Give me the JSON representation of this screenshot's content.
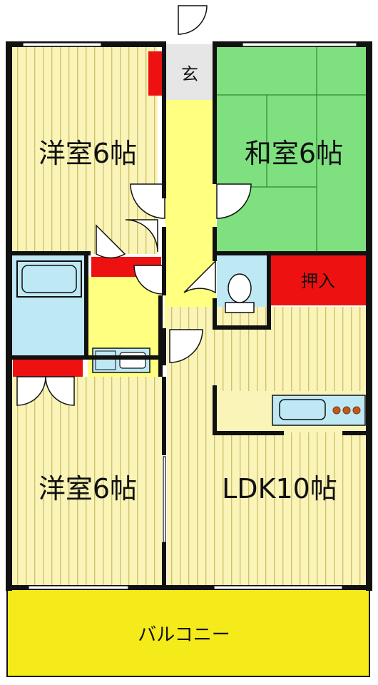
{
  "floor_plan": {
    "rooms": {
      "western_room_north": "洋室6帖",
      "japanese_room": "和室6帖",
      "western_room_south": "洋室6帖",
      "ldk": "LDK10帖",
      "closet": "押入",
      "entrance": "玄",
      "balcony": "バルコニー"
    },
    "colors": {
      "wall": "#111111",
      "floor_wood": "#fbf4b8",
      "floor_stripe": "#c9c06a",
      "tatami": "#7fe07f",
      "tatami_line": "#2c8a2c",
      "wet_area": "#ffff80",
      "bath": "#bfe8f5",
      "storage_red": "#ee1111",
      "balcony": "#f5ea1a",
      "entrance_floor": "#e6e6e6"
    }
  }
}
